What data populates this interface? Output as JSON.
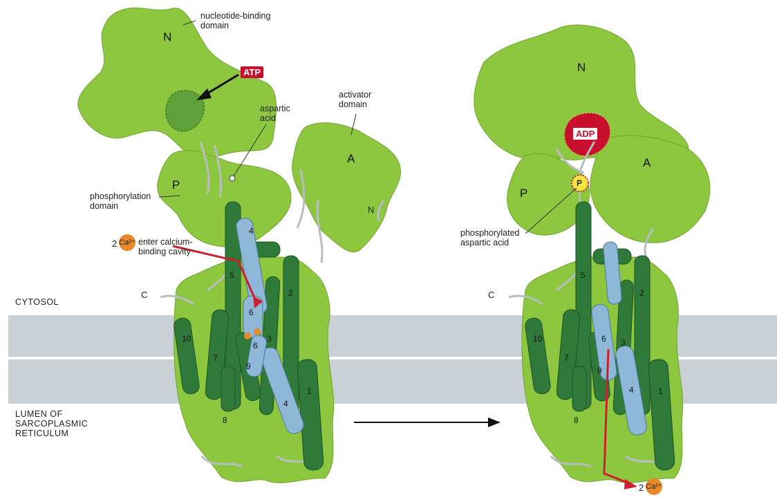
{
  "regions": {
    "cytosol": "CYTOSOL",
    "lumen": "LUMEN OF\nSARCOPLASMIC\nRETICULUM"
  },
  "left": {
    "domains": {
      "N": "N",
      "P": "P",
      "A": "A"
    },
    "nucleotide_label": "nucleotide-binding\ndomain",
    "atp_label": "ATP",
    "aspartic_label": "aspartic\nacid",
    "activator_label": "activator\ndomain",
    "phosphorylation_label": "phosphorylation\ndomain",
    "calcium_count": "2",
    "calcium_symbol": "Ca²⁺",
    "calcium_label": "enter calcium-\nbinding cavity",
    "c_terminus": "C",
    "n_terminus": "N",
    "helices": [
      "1",
      "2",
      "3",
      "4",
      "4",
      "5",
      "6",
      "6",
      "7",
      "8",
      "9",
      "10"
    ]
  },
  "right": {
    "domains": {
      "N": "N",
      "P": "P",
      "A": "A"
    },
    "adp_label": "ADP",
    "phospho_symbol": "P",
    "phospho_label": "phosphorylated\naspartic acid",
    "c_terminus": "C",
    "calcium_count": "2",
    "calcium_symbol": "Ca²⁺",
    "helices": [
      "1",
      "2",
      "3",
      "4",
      "5",
      "6",
      "7",
      "8",
      "9",
      "10"
    ]
  },
  "colors": {
    "membrane": "#c9d0d6",
    "protein": "#8dc63f",
    "helix_green": "#2f7a3a",
    "helix_blue": "#8fb8d8",
    "arrow_red": "#cc1f2e",
    "atp_red": "#c8102e",
    "calcium": "#e98a2a"
  }
}
